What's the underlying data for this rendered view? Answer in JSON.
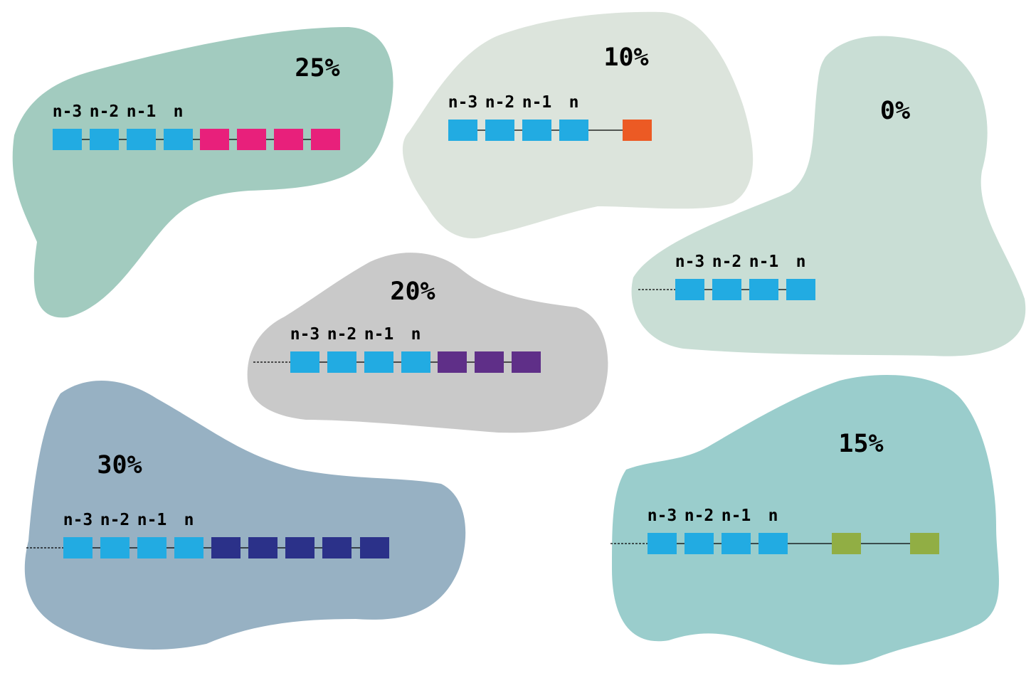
{
  "colors": {
    "known_block": "#22abe2",
    "background": "#ffffff",
    "link": "#000000"
  },
  "position_labels": [
    "n-3",
    "n-2",
    "n-1",
    "n"
  ],
  "groups": [
    {
      "id": "group-25",
      "percent": "25%",
      "blob_color": "#a2cbbf",
      "extra_color": "#e8207b",
      "extra_blocks": 4
    },
    {
      "id": "group-10",
      "percent": "10%",
      "blob_color": "#dce4dc",
      "extra_color": "#ec5a24",
      "extra_blocks": 1
    },
    {
      "id": "group-0",
      "percent": "0%",
      "blob_color": "#c9ded5",
      "extra_color": "",
      "extra_blocks": 0
    },
    {
      "id": "group-20",
      "percent": "20%",
      "blob_color": "#c9c9c9",
      "extra_color": "#5f2f88",
      "extra_blocks": 3
    },
    {
      "id": "group-30",
      "percent": "30%",
      "blob_color": "#97b1c3",
      "extra_color": "#2b3189",
      "extra_blocks": 5
    },
    {
      "id": "group-15",
      "percent": "15%",
      "blob_color": "#9acdcc",
      "extra_color": "#91ae44",
      "extra_blocks": 2
    }
  ]
}
